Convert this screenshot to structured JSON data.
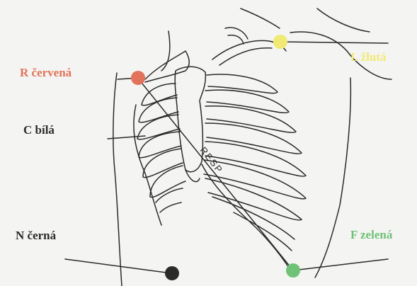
{
  "diagram": {
    "labels": {
      "R": "R červená",
      "L": "L žlutá",
      "C": "C bílá",
      "N": "N černá",
      "F": "F zelená",
      "resp": "RESP"
    },
    "colors": {
      "R": "#e2735a",
      "L": "#f1ea72",
      "C": "#2c2c2c",
      "N": "#2a2a2a",
      "F": "#6fc277",
      "line": "#2a2a2a",
      "background": "#f4f4f2"
    }
  }
}
